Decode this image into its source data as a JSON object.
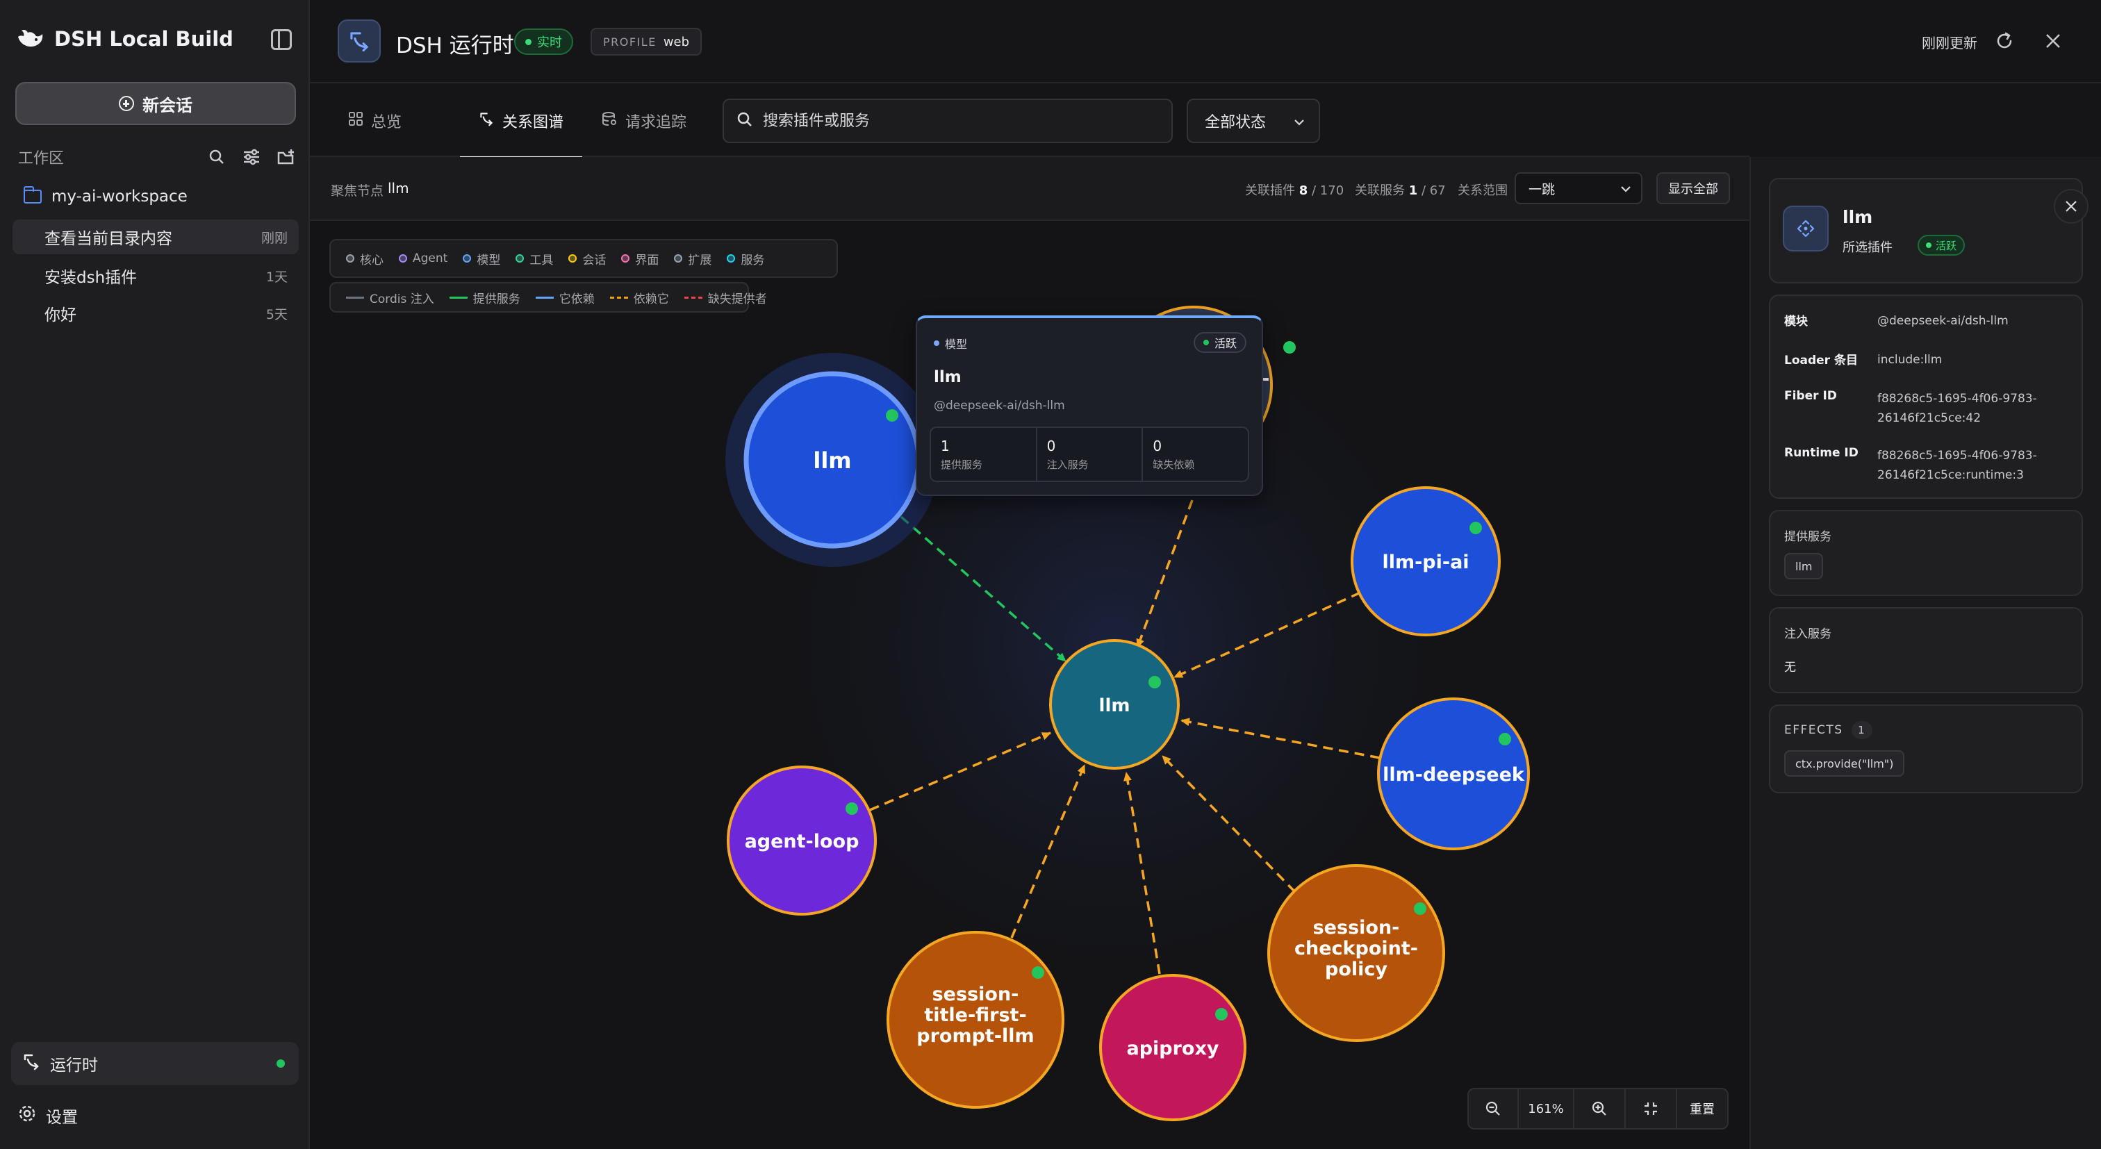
{
  "sidebar": {
    "brand": "DSH Local Build",
    "new_chat": "新会话",
    "workspace_label": "工作区",
    "workspace_name": "my-ai-workspace",
    "conversations": [
      {
        "title": "查看当前目录内容",
        "time": "刚刚"
      },
      {
        "title": "安装dsh插件",
        "time": "1天"
      },
      {
        "title": "你好",
        "time": "5天"
      }
    ],
    "runtime": "运行时",
    "settings": "设置"
  },
  "topbar": {
    "title": "DSH 运行时",
    "live": "实时",
    "profile_label": "PROFILE",
    "profile_value": "web",
    "updated": "刚刚更新"
  },
  "tabs": [
    {
      "label": "总览"
    },
    {
      "label": "关系图谱",
      "active": true
    },
    {
      "label": "请求追踪"
    }
  ],
  "search": {
    "placeholder": "搜索插件或服务"
  },
  "status_filter": "全部状态",
  "focus": {
    "label": "聚焦节点",
    "value": "llm",
    "plugins_label": "关联插件",
    "plugins_count": "8",
    "plugins_total": "/ 170",
    "services_label": "关联服务",
    "services_count": "1",
    "services_total": "/ 67",
    "scope_label": "关系范围",
    "scope_value": "一跳",
    "show_all": "显示全部"
  },
  "legend": {
    "kinds": [
      {
        "label": "核心",
        "color": "#9ca3af"
      },
      {
        "label": "Agent",
        "color": "#a78bfa"
      },
      {
        "label": "模型",
        "color": "#60a5fa"
      },
      {
        "label": "工具",
        "color": "#34d399"
      },
      {
        "label": "会话",
        "color": "#facc15"
      },
      {
        "label": "界面",
        "color": "#f472b6"
      },
      {
        "label": "扩展",
        "color": "#94a3b8"
      },
      {
        "label": "服务",
        "color": "#22d3ee"
      }
    ],
    "edges": [
      {
        "label": "Cordis 注入",
        "color": "#6b7280",
        "dashed": false
      },
      {
        "label": "提供服务",
        "color": "#22c55e",
        "dashed": false
      },
      {
        "label": "它依赖",
        "color": "#60a5fa",
        "dashed": false
      },
      {
        "label": "依赖它",
        "color": "#f59e0b",
        "dashed": true
      },
      {
        "label": "缺失提供者",
        "color": "#ef4444",
        "dashed": true
      }
    ]
  },
  "graph": {
    "center": {
      "label": "llm"
    },
    "nodes": [
      {
        "label": "llm"
      },
      {
        "label": "on-"
      },
      {
        "label": "llm-pi-ai"
      },
      {
        "label": "llm-deepseek"
      },
      {
        "label": "session-checkpoint-policy"
      },
      {
        "label": "apiproxy"
      },
      {
        "label": "session-title-first-prompt-llm"
      },
      {
        "label": "agent-loop"
      }
    ]
  },
  "tooltip": {
    "kind": "模型",
    "status": "活跃",
    "name": "llm",
    "module": "@deepseek-ai/dsh-llm",
    "stats": [
      {
        "value": "1",
        "label": "提供服务"
      },
      {
        "value": "0",
        "label": "注入服务"
      },
      {
        "value": "0",
        "label": "缺失依赖"
      }
    ]
  },
  "zoom": {
    "level": "161%",
    "reset": "重置"
  },
  "panel": {
    "name": "llm",
    "subtitle": "所选插件",
    "status": "活跃",
    "rows": [
      {
        "k": "模块",
        "v": "@deepseek-ai/dsh-llm"
      },
      {
        "k": "Loader 条目",
        "v": "include:llm"
      },
      {
        "k": "Fiber ID",
        "v": "f88268c5-1695-4f06-9783-26146f21c5ce:42"
      },
      {
        "k": "Runtime ID",
        "v": "f88268c5-1695-4f06-9783-26146f21c5ce:runtime:3"
      }
    ],
    "provides_title": "提供服务",
    "provides": [
      "llm"
    ],
    "injects_title": "注入服务",
    "injects_value": "无",
    "effects_title": "EFFECTS",
    "effects_count": "1",
    "effects": [
      "ctx.provide(\"llm\")"
    ]
  }
}
